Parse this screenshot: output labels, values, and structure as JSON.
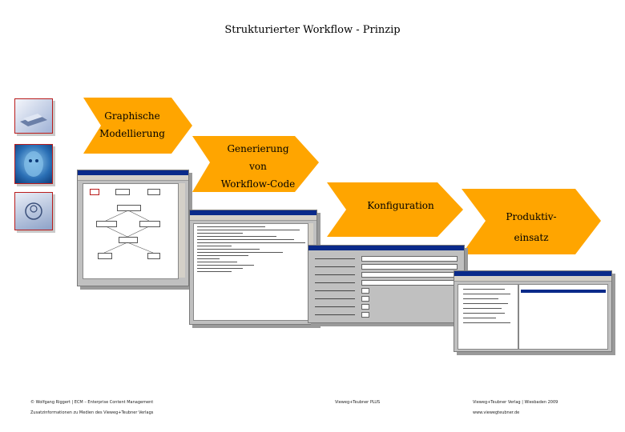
{
  "title": "Strukturierter Workflow - Prinzip",
  "steps": [
    {
      "label_line1": "Graphische",
      "label_line2": "Modellierung"
    },
    {
      "label_line1": "Generierung",
      "label_line2": "von",
      "label_line3": "Workflow-Code"
    },
    {
      "label_line1": "Konfiguration"
    },
    {
      "label_line1": "Produktiv-",
      "label_line2": "einsatz"
    }
  ],
  "colors": {
    "arrow": "#FFA500",
    "thumb_border": "#b91c1c"
  },
  "footer": {
    "left_line1": "© Wolfgang Riggert | ECM – Enterprise Content Management",
    "left_line2": "Zusatzinformationen zu Medien des Vieweg+Teubner Verlags",
    "middle": "Vieweg+Teubner PLUS",
    "right_line1": "Vieweg+Teubner Verlag | Wiesbaden 2009",
    "right_line2": "www.viewegteubner.de"
  }
}
